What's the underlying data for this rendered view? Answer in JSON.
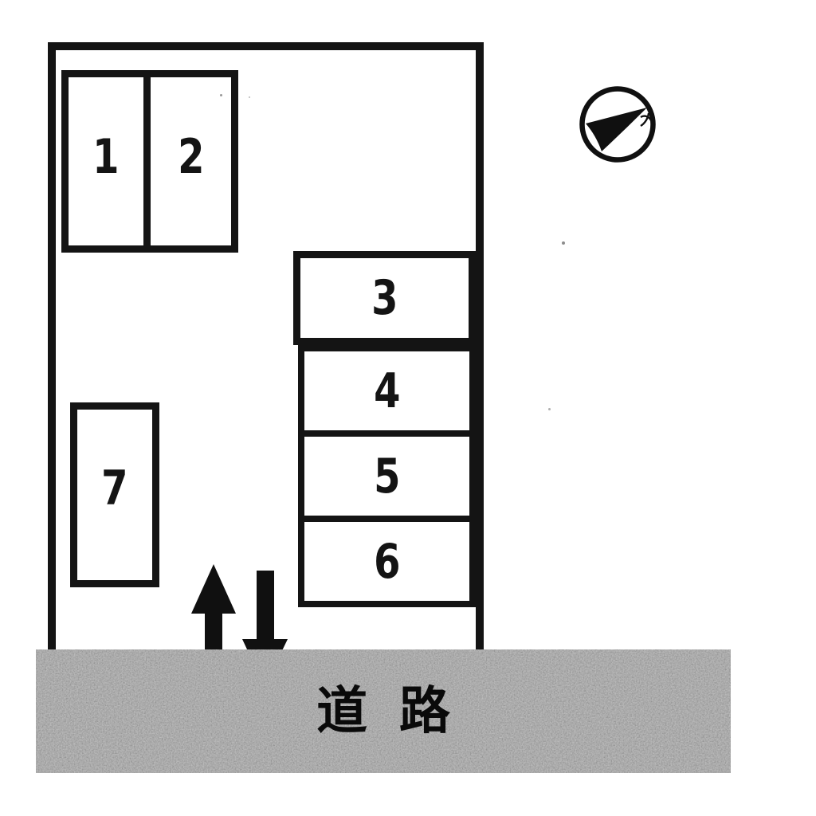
{
  "diagram_type": "parking-lot-layout",
  "lot": {
    "spaces": [
      {
        "id": 1,
        "label": "1"
      },
      {
        "id": 2,
        "label": "2"
      },
      {
        "id": 3,
        "label": "3"
      },
      {
        "id": 4,
        "label": "4"
      },
      {
        "id": 5,
        "label": "5"
      },
      {
        "id": 6,
        "label": "6"
      },
      {
        "id": 7,
        "label": "7"
      }
    ]
  },
  "road": {
    "label": "道路"
  },
  "compass": {
    "type": "north-arrow"
  },
  "arrows": {
    "entry_direction": "up",
    "exit_direction": "down"
  },
  "colors": {
    "line": "#141414",
    "road": "#9b9b9b",
    "ink": "#0a0a0a",
    "bg": "#ffffff"
  }
}
